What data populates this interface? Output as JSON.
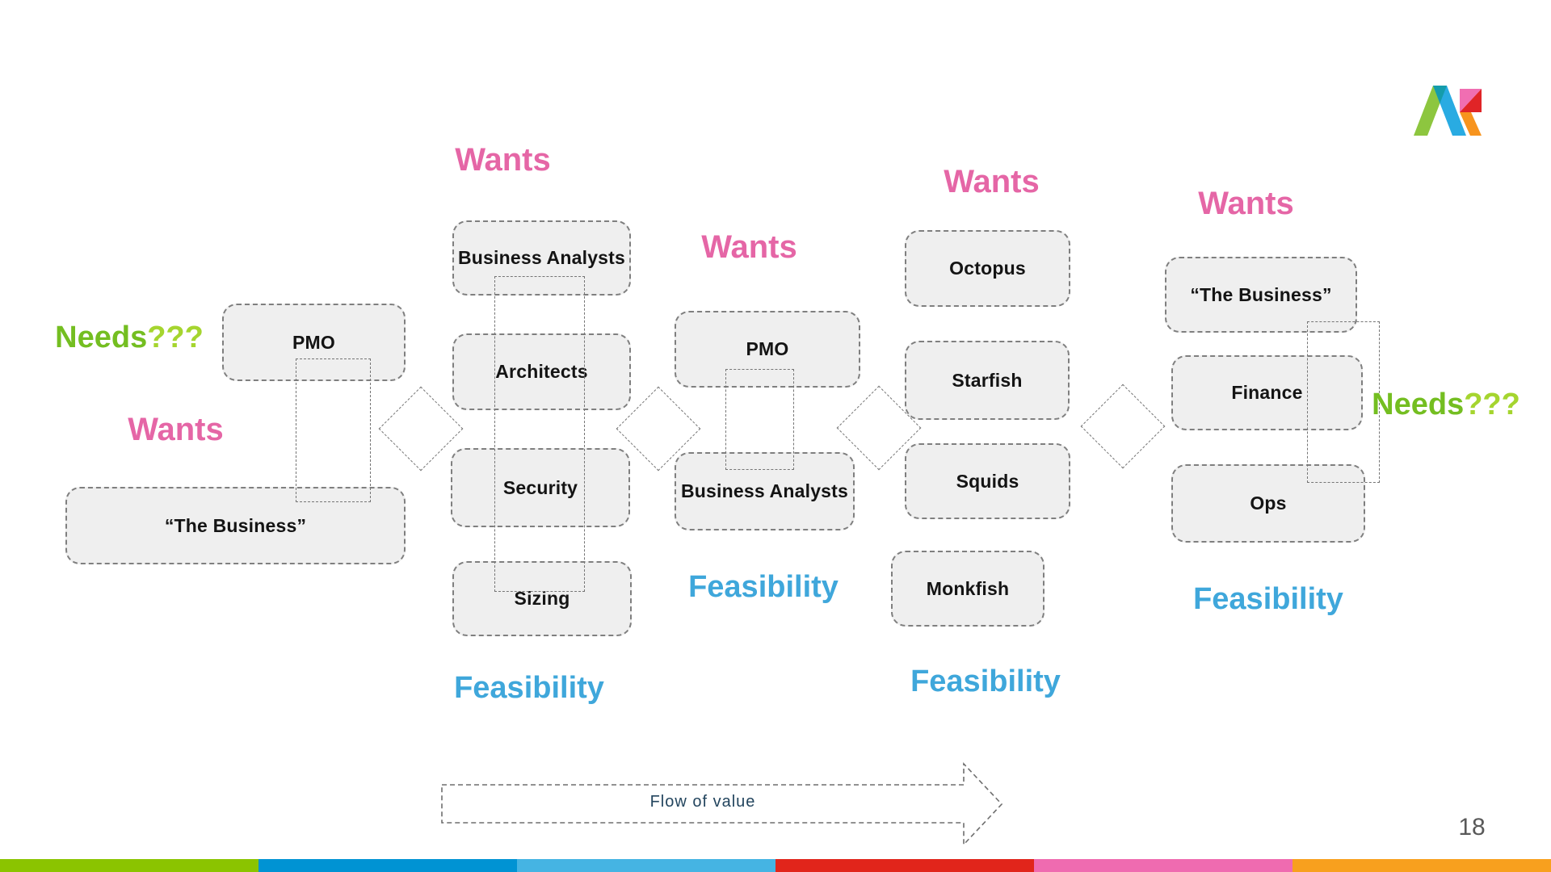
{
  "page": {
    "number": "18"
  },
  "annotations": {
    "wants": [
      "Wants",
      "Wants",
      "Wants",
      "Wants",
      "Wants"
    ],
    "needs": [
      {
        "word": "Needs",
        "marks": "???"
      },
      {
        "word": "Needs",
        "marks": "???"
      }
    ],
    "feasibility": [
      "Feasibility",
      "Feasibility",
      "Feasibility",
      "Feasibility"
    ]
  },
  "columns": [
    {
      "boxes": [
        {
          "label": "PMO"
        },
        {
          "label": "“The Business”"
        }
      ]
    },
    {
      "boxes": [
        {
          "label": "Business Analysts"
        },
        {
          "label": "Architects"
        },
        {
          "label": "Security"
        },
        {
          "label": "Sizing"
        }
      ]
    },
    {
      "boxes": [
        {
          "label": "PMO"
        },
        {
          "label": "Business Analysts"
        }
      ]
    },
    {
      "boxes": [
        {
          "label": "Octopus"
        },
        {
          "label": "Starfish"
        },
        {
          "label": "Squids"
        },
        {
          "label": "Monkfish"
        }
      ]
    },
    {
      "boxes": [
        {
          "label": "“The Business”"
        },
        {
          "label": "Finance"
        },
        {
          "label": "Ops"
        }
      ]
    }
  ],
  "flow": {
    "label": "Flow of value"
  },
  "palette": {
    "wants_pink": "#E566A6",
    "needs_green": "#74BE21",
    "needs_marks_green": "#A5D52F",
    "feasibility_blue": "#3FA7DB",
    "box_fill": "#EFEFEF",
    "dash_gray": "#7F7F7F",
    "flow_text": "#23455E",
    "page_number_gray": "#595959",
    "bottom_bar": [
      "#8BC400",
      "#0093D3",
      "#45B4E3",
      "#E1251B",
      "#EF6BB0",
      "#F8A01E"
    ]
  },
  "logo": {
    "name": "ak-ribbon-logo",
    "colors": {
      "green": "#8DC63F",
      "blue": "#29ABE2",
      "overlap_teal": "#149CAB",
      "pink": "#F06EB2",
      "red": "#E02427",
      "orange": "#F7941E"
    }
  }
}
